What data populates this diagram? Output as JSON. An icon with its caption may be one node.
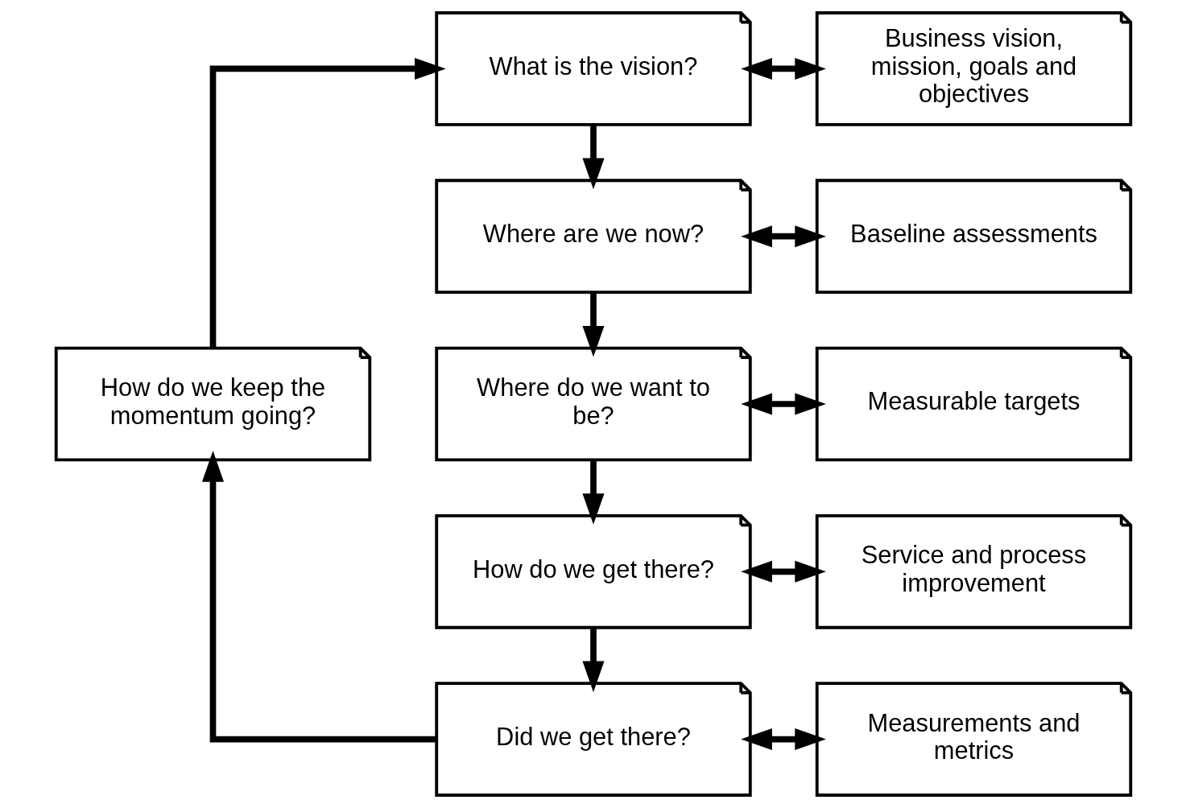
{
  "diagram": {
    "nodes": [
      {
        "text": [
          "What is the vision?"
        ]
      },
      {
        "text": [
          "Business vision, mission, goals and objectives"
        ]
      },
      {
        "text": [
          "Where are we now?"
        ]
      },
      {
        "text": [
          "Baseline assessments"
        ]
      },
      {
        "text": [
          "Where do we want to be?"
        ]
      },
      {
        "text": [
          "Measurable targets"
        ]
      },
      {
        "text": [
          "How do we get there?"
        ]
      },
      {
        "text": [
          "Service and process improvement"
        ]
      },
      {
        "text": [
          "Did we get there?"
        ]
      },
      {
        "text": [
          "Measurements and metrics"
        ]
      },
      {
        "text": [
          "How do we keep the momentum going?"
        ]
      }
    ],
    "edges": [
      {
        "from": 0,
        "to": 1,
        "arrow": "both"
      },
      {
        "from": 0,
        "to": 2,
        "arrow": "to"
      },
      {
        "from": 2,
        "to": 3,
        "arrow": "both"
      },
      {
        "from": 2,
        "to": 4,
        "arrow": "to"
      },
      {
        "from": 4,
        "to": 5,
        "arrow": "both"
      },
      {
        "from": 4,
        "to": 6,
        "arrow": "to"
      },
      {
        "from": 6,
        "to": 7,
        "arrow": "both"
      },
      {
        "from": 6,
        "to": 8,
        "arrow": "to"
      },
      {
        "from": 8,
        "to": 9,
        "arrow": "both"
      },
      {
        "from": 8,
        "to": 10,
        "arrow": "to"
      },
      {
        "from": 10,
        "to": 0,
        "arrow": "to"
      }
    ]
  }
}
